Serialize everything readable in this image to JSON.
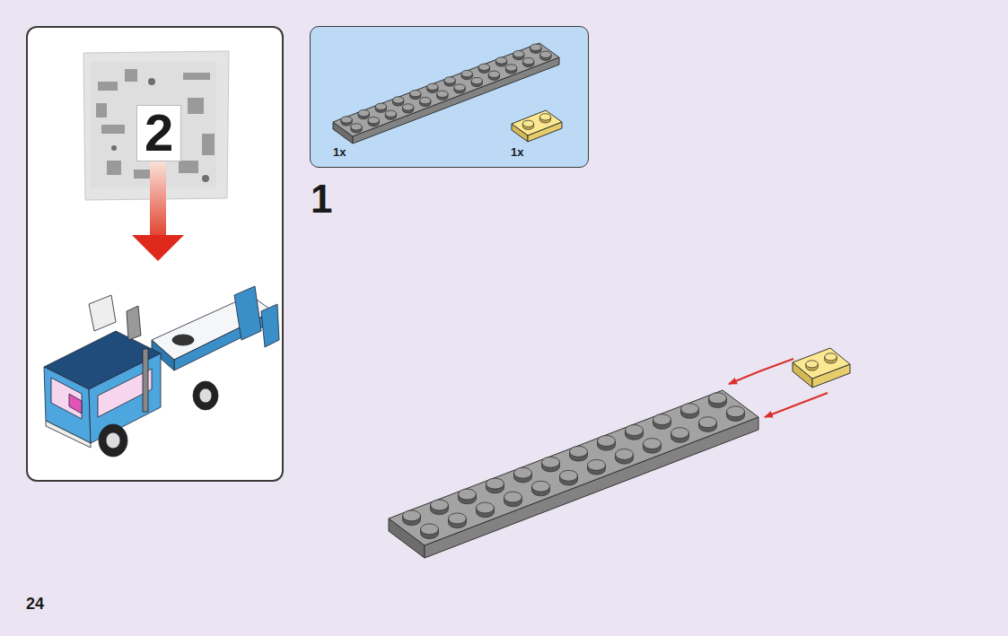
{
  "diagram": {
    "nodes": [
      {
        "text": [
          "2"
        ]
      },
      {
        "text": [
          "1x",
          "1x"
        ]
      }
    ],
    "labels": [
      "1",
      "24"
    ]
  }
}
